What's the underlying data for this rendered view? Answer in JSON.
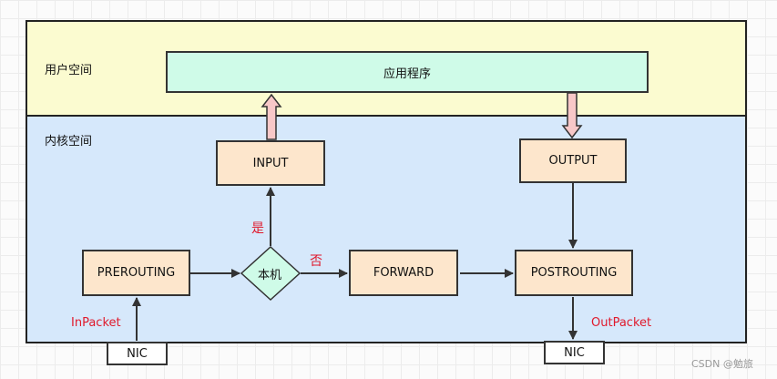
{
  "zones": {
    "user": "用户空间",
    "kernel": "内核空间"
  },
  "nodes": {
    "app": "应用程序",
    "input": "INPUT",
    "output": "OUTPUT",
    "prerouting": "PREROUTING",
    "forward": "FORWARD",
    "postrouting": "POSTROUTING",
    "decision": "本机",
    "nic_in": "NIC",
    "nic_out": "NIC"
  },
  "edge_labels": {
    "yes": "是",
    "no": "否",
    "in_packet": "InPacket",
    "out_packet": "OutPacket"
  },
  "colors": {
    "user_space": "#fbfbd0",
    "kernel_space": "#d6e8fb",
    "app": "#cffbe8",
    "chain": "#fde6cc",
    "decision": "#cffbe8",
    "hollow_arrow": "#f8c8c8",
    "annotation": "#e0192c"
  },
  "watermark": "CSDN @勉旅"
}
